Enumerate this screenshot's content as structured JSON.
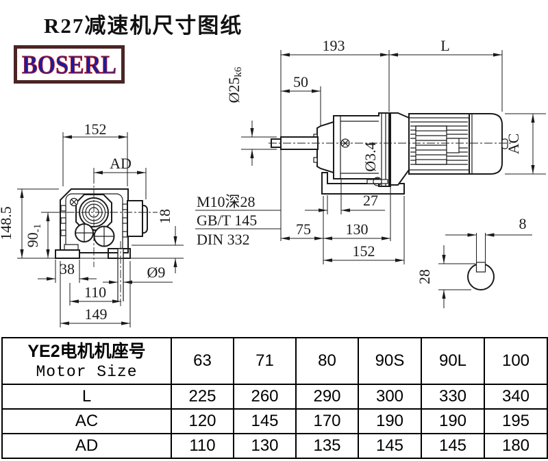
{
  "title": "R27减速机尺寸图纸",
  "logo": {
    "text": "BOSERL"
  },
  "colors": {
    "line_black": "#1a1a1a",
    "logo_border_brown": "#4b2424",
    "logo_text_blue": "#1c1c9e",
    "logo_outline_red": "#c22222"
  },
  "front_view": {
    "width_top": "152",
    "ad_label": "AD",
    "total_height": "148.5",
    "center_height": "90",
    "center_height_tol": "-1",
    "pad_height": "18",
    "foot_pad_width": "38",
    "hole_spacing": "110",
    "foot_length": "149",
    "hole_diameter": "Ø9"
  },
  "side_view": {
    "gear_unit_length": "193",
    "motor_length_label": "L",
    "shaft_length": "50",
    "shaft_diameter": "Ø25",
    "shaft_tolerance": "k6",
    "thread_note": "M10深28",
    "standard_1": "GB/T 145",
    "standard_2": "DIN 332",
    "flange_hole_offset": "27",
    "small_hole_diameter": "Ø3.4",
    "dim_75": "75",
    "dim_130": "130",
    "foot_length": "152",
    "motor_diameter_label": "AC"
  },
  "shaft_section": {
    "key_width": "8",
    "key_height": "28"
  },
  "table": {
    "header_cn": "YE2电机机座号",
    "header_en": "Motor Size",
    "motor_sizes": [
      "63",
      "71",
      "80",
      "90S",
      "90L",
      "100"
    ],
    "rows": [
      {
        "label": "L",
        "values": [
          "225",
          "260",
          "290",
          "300",
          "330",
          "340"
        ]
      },
      {
        "label": "AC",
        "values": [
          "120",
          "145",
          "170",
          "190",
          "190",
          "195"
        ]
      },
      {
        "label": "AD",
        "values": [
          "110",
          "130",
          "135",
          "145",
          "145",
          "180"
        ]
      }
    ]
  }
}
